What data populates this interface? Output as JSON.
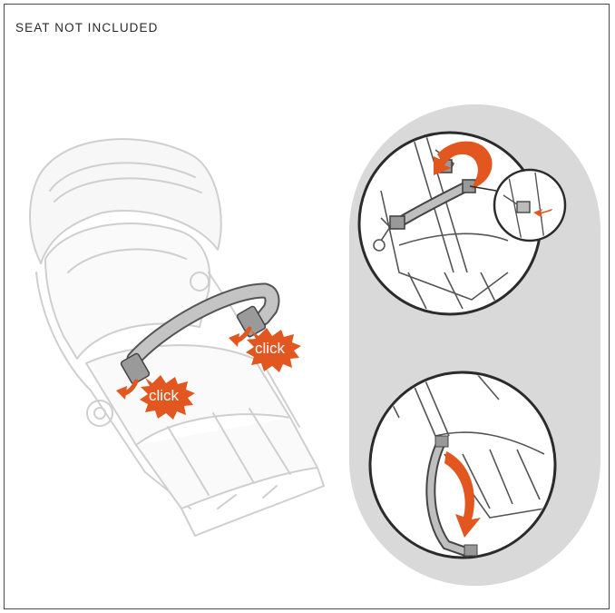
{
  "header": {
    "note": "SEAT NOT INCLUDED"
  },
  "callouts": {
    "click_1": "click",
    "click_2": "click"
  },
  "colors": {
    "accent": "#e2561f",
    "panel": "#d9d9d9",
    "frame": "#4a4a4a",
    "line": "#c9c9c9"
  },
  "icons": [
    "curved-arrow-icon",
    "down-arrow-icon",
    "click-burst-icon"
  ]
}
